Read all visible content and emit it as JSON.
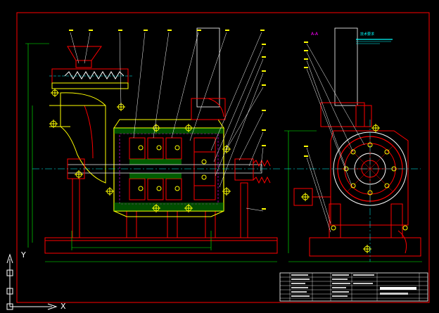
{
  "section_label": "A-A",
  "tech_req_title": "技术要求",
  "ucs": {
    "x_label": "X",
    "y_label": "Y"
  },
  "colors": {
    "background": "#000000",
    "frame": "#ff0000",
    "green": "#00ff00",
    "cyan": "#00ffff",
    "yellow": "#ffff00",
    "magenta": "#ff00ff",
    "white": "#ffffff"
  }
}
